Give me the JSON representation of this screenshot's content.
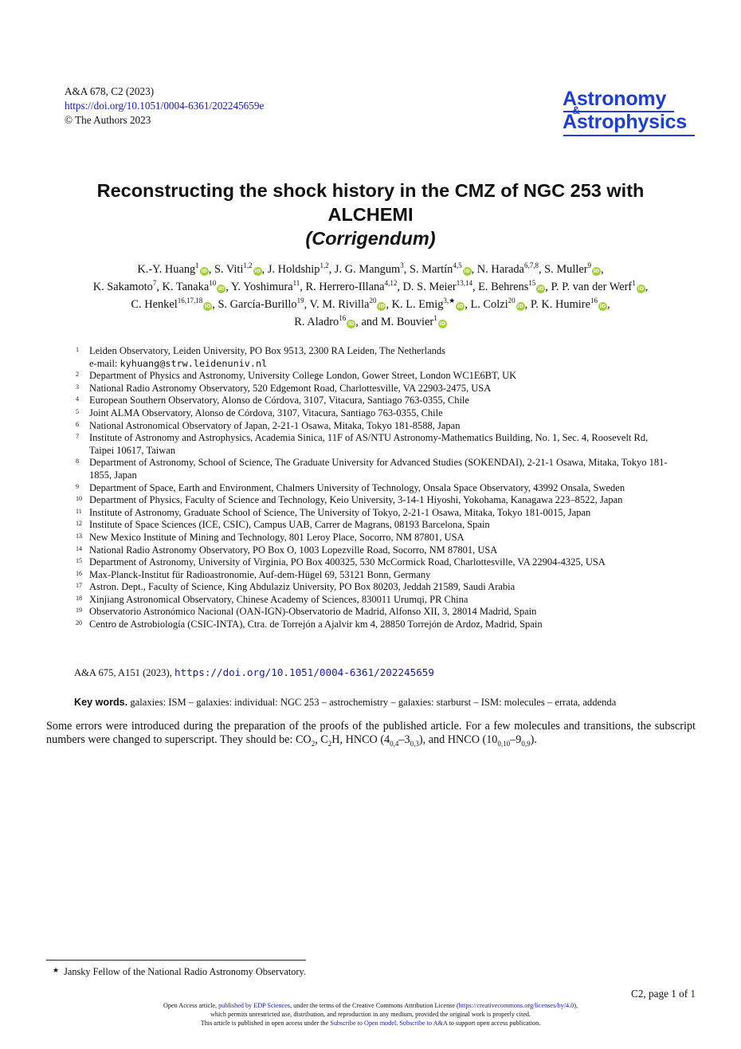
{
  "header": {
    "citation": "A&A 678, C2 (2023)",
    "doi_url": "https://doi.org/10.1051/0004-6361/202245659e",
    "copyright": "© The Authors 2023"
  },
  "logo": {
    "line1": "Astronomy",
    "amp": "&",
    "line2": "Astrophysics"
  },
  "title": {
    "line1": "Reconstructing the shock history in the CMZ of NGC 253 with",
    "line2": "ALCHEMI",
    "subtitle": "(Corrigendum)"
  },
  "authors": {
    "orcid_glyph": "iD",
    "list": [
      {
        "name": "K.-Y. Huang",
        "sup": "1",
        "orcid": true
      },
      {
        "name": "S. Viti",
        "sup": "1,2",
        "orcid": true
      },
      {
        "name": "J. Holdship",
        "sup": "1,2",
        "orcid": false
      },
      {
        "name": "J. G. Mangum",
        "sup": "3",
        "orcid": false
      },
      {
        "name": "S. Martín",
        "sup": "4,5",
        "orcid": true
      },
      {
        "name": "N. Harada",
        "sup": "6,7,8",
        "orcid": false
      },
      {
        "name": "S. Muller",
        "sup": "9",
        "orcid": true
      },
      {
        "name": "K. Sakamoto",
        "sup": "7",
        "orcid": false
      },
      {
        "name": "K. Tanaka",
        "sup": "10",
        "orcid": true
      },
      {
        "name": "Y. Yoshimura",
        "sup": "11",
        "orcid": false
      },
      {
        "name": "R. Herrero-Illana",
        "sup": "4,12",
        "orcid": false
      },
      {
        "name": "D. S. Meier",
        "sup": "13,14",
        "orcid": false
      },
      {
        "name": "E. Behrens",
        "sup": "15",
        "orcid": true
      },
      {
        "name": "P. P. van der Werf",
        "sup": "1",
        "orcid": true
      },
      {
        "name": "C. Henkel",
        "sup": "16,17,18",
        "orcid": true
      },
      {
        "name": "S. García-Burillo",
        "sup": "19",
        "orcid": false
      },
      {
        "name": "V. M. Rivilla",
        "sup": "20",
        "orcid": true
      },
      {
        "name": "K. L. Emig",
        "sup": "3,★",
        "orcid": true
      },
      {
        "name": "L. Colzi",
        "sup": "20",
        "orcid": true
      },
      {
        "name": "P. K. Humire",
        "sup": "16",
        "orcid": true
      },
      {
        "name": "R. Aladro",
        "sup": "16",
        "orcid": true
      },
      {
        "name": "M. Bouvier",
        "sup": "1",
        "orcid": true
      }
    ],
    "separator": ", ",
    "final_separator": ", and "
  },
  "affiliations": [
    {
      "n": "1",
      "text": "Leiden Observatory, Leiden University, PO Box 9513, 2300 RA Leiden, The Netherlands"
    },
    {
      "n": "2",
      "text": "Department of Physics and Astronomy, University College London, Gower Street, London WC1E6BT, UK"
    },
    {
      "n": "3",
      "text": "National Radio Astronomy Observatory, 520 Edgemont Road, Charlottesville, VA 22903-2475, USA"
    },
    {
      "n": "4",
      "text": "European Southern Observatory, Alonso de Córdova, 3107, Vitacura, Santiago 763-0355, Chile"
    },
    {
      "n": "5",
      "text": "Joint ALMA Observatory, Alonso de Córdova, 3107, Vitacura, Santiago 763-0355, Chile"
    },
    {
      "n": "6",
      "text": "National Astronomical Observatory of Japan, 2-21-1 Osawa, Mitaka, Tokyo 181-8588, Japan"
    },
    {
      "n": "7",
      "text": "Institute of Astronomy and Astrophysics, Academia Sinica, 11F of AS/NTU Astronomy-Mathematics Building, No. 1, Sec. 4, Roosevelt Rd, Taipei 10617, Taiwan"
    },
    {
      "n": "8",
      "text": "Department of Astronomy, School of Science, The Graduate University for Advanced Studies (SOKENDAI), 2-21-1 Osawa, Mitaka, Tokyo 181-1855, Japan"
    },
    {
      "n": "9",
      "text": "Department of Space, Earth and Environment, Chalmers University of Technology, Onsala Space Observatory, 43992 Onsala, Sweden"
    },
    {
      "n": "10",
      "text": "Department of Physics, Faculty of Science and Technology, Keio University, 3-14-1 Hiyoshi, Yokohama, Kanagawa 223–8522, Japan"
    },
    {
      "n": "11",
      "text": "Institute of Astronomy, Graduate School of Science, The University of Tokyo, 2-21-1 Osawa, Mitaka, Tokyo 181-0015, Japan"
    },
    {
      "n": "12",
      "text": "Institute of Space Sciences (ICE, CSIC), Campus UAB, Carrer de Magrans, 08193 Barcelona, Spain"
    },
    {
      "n": "13",
      "text": "New Mexico Institute of Mining and Technology, 801 Leroy Place, Socorro, NM 87801, USA"
    },
    {
      "n": "14",
      "text": "National Radio Astronomy Observatory, PO Box O, 1003 Lopezville Road, Socorro, NM 87801, USA"
    },
    {
      "n": "15",
      "text": "Department of Astronomy, University of Virginia, PO Box 400325, 530 McCormick Road, Charlottesville, VA 22904-4325, USA"
    },
    {
      "n": "16",
      "text": "Max-Planck-Institut für Radioastronomie, Auf-dem-Hügel 69, 53121 Bonn, Germany"
    },
    {
      "n": "17",
      "text": "Astron. Dept., Faculty of Science, King Abdulaziz University, PO Box 80203, Jeddah 21589, Saudi Arabia"
    },
    {
      "n": "18",
      "text": "Xinjiang Astronomical Observatory, Chinese Academy of Sciences, 830011 Urumqi, PR China"
    },
    {
      "n": "19",
      "text": "Observatorio Astronómico Nacional (OAN-IGN)-Observatorio de Madrid, Alfonso XII, 3, 28014 Madrid, Spain"
    },
    {
      "n": "20",
      "text": "Centro de Astrobiología (CSIC-INTA), Ctra. de Torrejón a Ajalvir km 4, 28850 Torrejón de Ardoz, Madrid, Spain"
    }
  ],
  "email": {
    "label": "e-mail: ",
    "address": "kyhuang@strw.leidenuniv.nl"
  },
  "original_article": {
    "ref": "A&A 675, A151 (2023), ",
    "doi": "https://doi.org/10.1051/0004-6361/202245659"
  },
  "keywords": {
    "label": "Key words.",
    "text": "galaxies: ISM – galaxies: individual: NGC 253 – astrochemistry – galaxies: starburst – ISM: molecules – errata, addenda"
  },
  "body": {
    "sentence": "Some errors were introduced during the preparation of the proofs of the published article. For a few molecules and transitions, the subscript numbers were changed to superscript. They should be: ",
    "m1": "CO",
    "m1_sub": "2",
    "sep1": ", ",
    "m2a": "C",
    "m2_sub": "2",
    "m2b": "H",
    "sep2": ", ",
    "m3": "HNCO (4",
    "m3_s1": "0,4",
    "m3_mid": "–3",
    "m3_s2": "0,3",
    "m3_end": ")",
    "sep3": ", and ",
    "m4": "HNCO (10",
    "m4_s1": "0,10",
    "m4_mid": "–9",
    "m4_s2": "0,9",
    "m4_end": ")."
  },
  "footnote": {
    "mark": "★",
    "text": "Jansky Fellow of the National Radio Astronomy Observatory."
  },
  "page_info": {
    "text": "C2, page 1 of ",
    "total": "1"
  },
  "license": {
    "l1_a": "Open Access article, ",
    "l1_link1": "published by EDP Sciences",
    "l1_b": ", under the terms of the Creative Commons Attribution License (",
    "l1_link2": "https://creativecommons.org/licenses/by/4.0",
    "l1_c": "),",
    "l2": "which permits unrestricted use, distribution, and reproduction in any medium, provided the original work is properly cited.",
    "l3_a": "This article is published in open access under the ",
    "l3_link1": "Subscribe to Open model",
    "l3_b": ". ",
    "l3_link2": "Subscribe to A&A",
    "l3_c": " to support open access publication."
  }
}
